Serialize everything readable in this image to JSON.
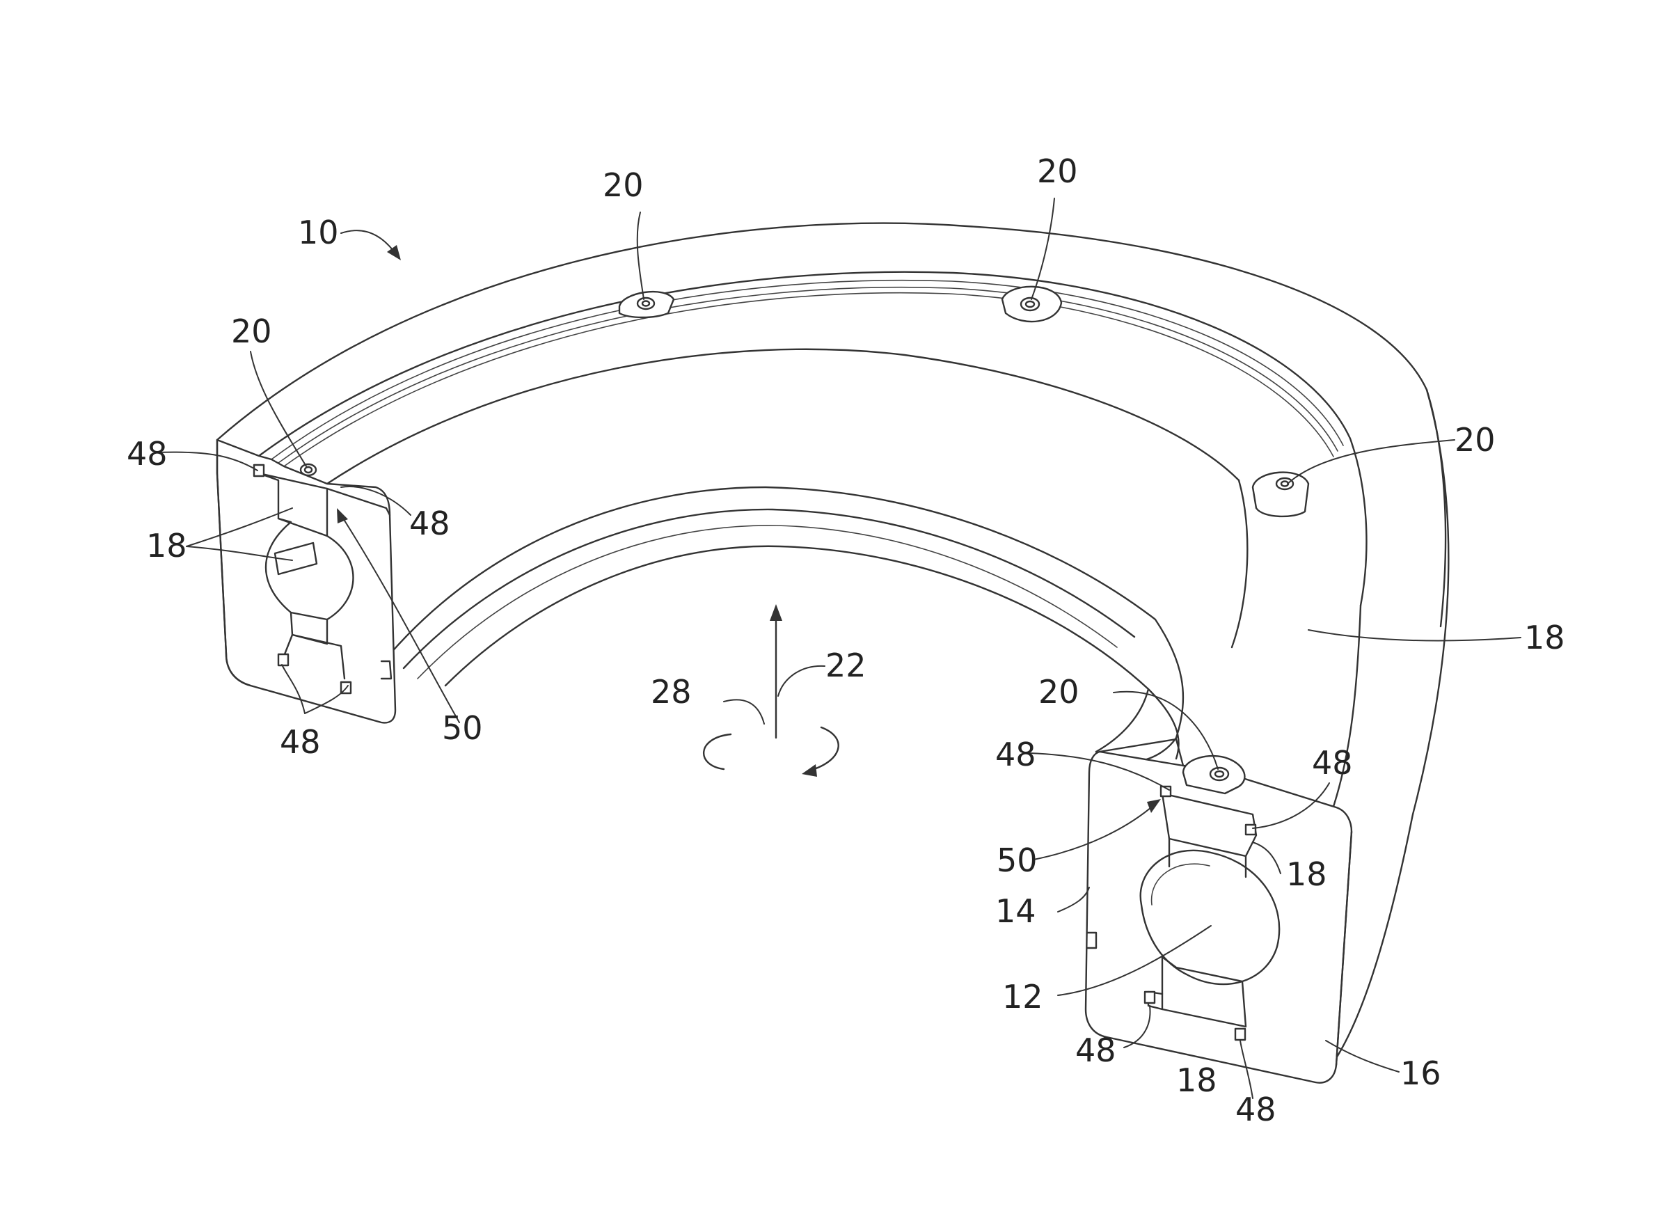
{
  "labels": {
    "ring_ref": "10",
    "fastener_top_left": "20",
    "fastener_top_right": "20",
    "fastener_left_face": "20",
    "fastener_right_edge": "20",
    "fastener_right_face": "20",
    "axis_ref": "22",
    "rotation_ref": "28",
    "cage_left": "18",
    "cage_right_outer": "18",
    "cage_right_upper": "18",
    "cage_right_lower": "18",
    "joint_left_top_a": "48",
    "joint_left_top_b": "48",
    "joint_left_bottom": "48",
    "joint_right_top_a": "48",
    "joint_right_top_b": "48",
    "joint_right_bottom_a": "48",
    "joint_right_bottom_b": "48",
    "gap_left": "50",
    "gap_right": "50",
    "inner_race": "14",
    "ball": "12",
    "outer_race": "16"
  },
  "colors": {
    "line": "#333333",
    "text": "#222222",
    "background": "#ffffff"
  }
}
